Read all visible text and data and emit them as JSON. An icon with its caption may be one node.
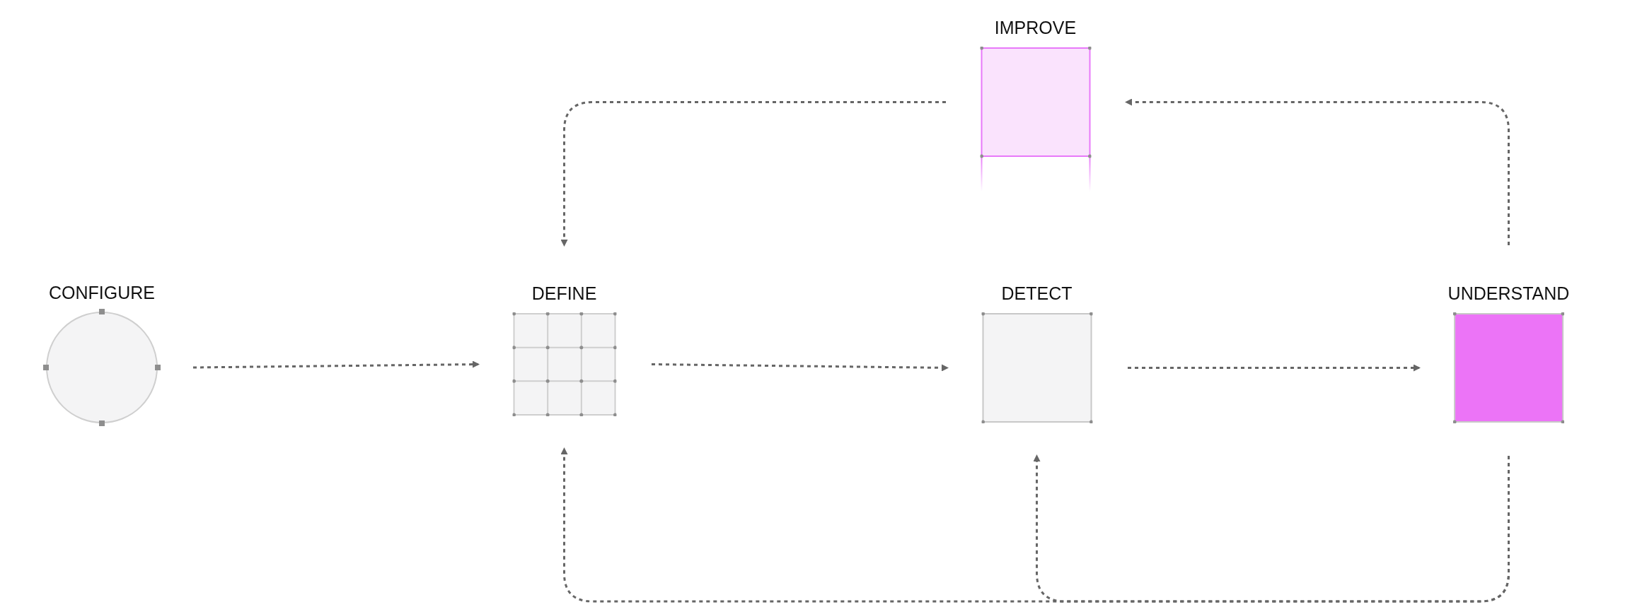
{
  "diagram": {
    "nodes": [
      {
        "text": [
          "CONFIGURE"
        ]
      },
      {
        "text": [
          "DEFINE"
        ]
      },
      {
        "text": [
          "DETECT"
        ]
      },
      {
        "text": [
          "UNDERSTAND"
        ]
      },
      {
        "text": [
          "IMPROVE"
        ]
      }
    ],
    "edges": [
      {
        "from": 0,
        "to": 1,
        "arrow": "to"
      },
      {
        "from": 1,
        "to": 2,
        "arrow": "to"
      },
      {
        "from": 2,
        "to": 3,
        "arrow": "to"
      },
      {
        "from": 3,
        "to": 4,
        "arrow": "to"
      },
      {
        "from": 4,
        "to": 1,
        "arrow": "to"
      },
      {
        "from": 3,
        "to": 1,
        "arrow": "to"
      },
      {
        "from": 3,
        "to": 2,
        "arrow": "to"
      }
    ]
  }
}
